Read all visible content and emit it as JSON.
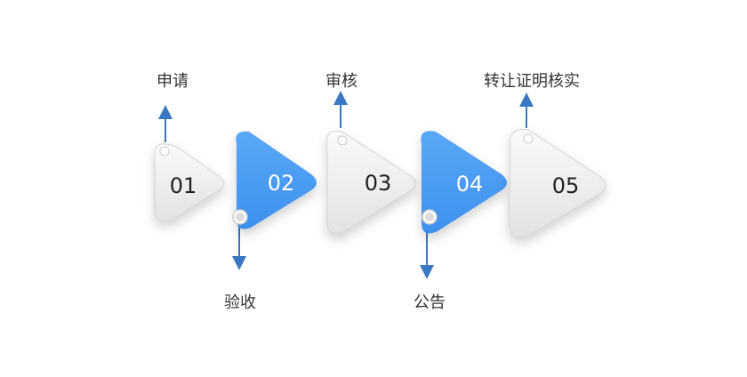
{
  "colors": {
    "accent": "#4c9ef5",
    "grey_fill": "#eeeeee",
    "connector": "#3a78c4",
    "label_text": "#333333",
    "number_dark": "#222222",
    "number_light": "#ffffff"
  },
  "steps": [
    {
      "number": "01",
      "label": "申请",
      "style": "grey",
      "label_position": "top"
    },
    {
      "number": "02",
      "label": "验收",
      "style": "blue",
      "label_position": "bottom"
    },
    {
      "number": "03",
      "label": "审核",
      "style": "grey",
      "label_position": "top"
    },
    {
      "number": "04",
      "label": "公告",
      "style": "blue",
      "label_position": "bottom"
    },
    {
      "number": "05",
      "label": "转让证明核实",
      "style": "grey",
      "label_position": "top"
    }
  ]
}
